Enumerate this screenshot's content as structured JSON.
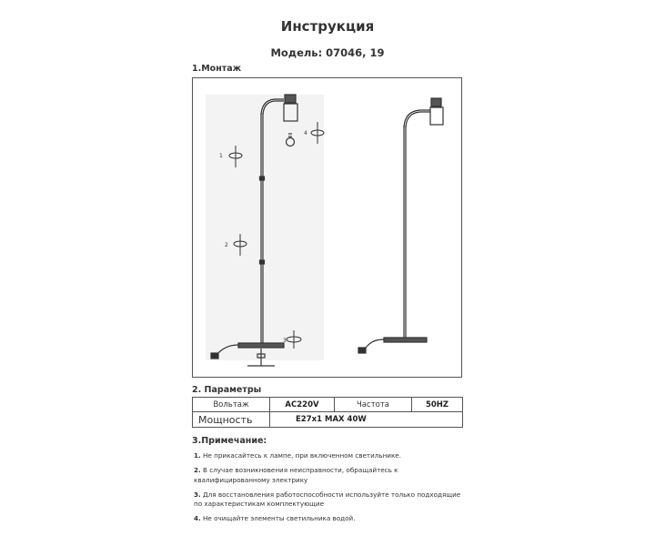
{
  "header": {
    "title": "Инструкция",
    "model_label": "Модель: 07046, 19"
  },
  "sections": {
    "mounting": "1.Монтаж",
    "parameters": "2. Параметры",
    "notes": "3.Примечание:"
  },
  "diagram": {
    "step_labels": [
      "1",
      "2",
      "3",
      "4"
    ]
  },
  "parameters": {
    "voltage_label": "Вольтаж",
    "voltage_value": "AC220V",
    "frequency_label": "Частота",
    "frequency_value": "50HZ",
    "power_label": "Мощность",
    "power_value": "E27x1 MAX 40W"
  },
  "notes": [
    {
      "num": "1.",
      "text": "Не прикасайтесь к лампе, при включенном светильнике."
    },
    {
      "num": "2.",
      "text": "В случае возникновения неисправности, обращайтесь к квалифицированному электрику"
    },
    {
      "num": "3.",
      "text": "Для восстановления работоспособности используйте только подходящие по характеристикам комплектующие"
    },
    {
      "num": "4.",
      "text": "Не очищайте элементы светильника водой."
    }
  ]
}
